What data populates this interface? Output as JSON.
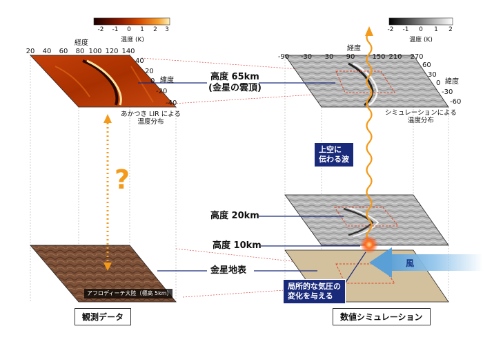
{
  "colorbar_left": {
    "ticks": [
      "-2",
      "-1",
      "0",
      "1",
      "2",
      "3"
    ],
    "unit": "温度 (K)"
  },
  "colorbar_right": {
    "ticks": [
      "-2",
      "-1",
      "0",
      "1",
      "2"
    ],
    "unit": "温度 (K)"
  },
  "left_panel": {
    "lon_title": "経度",
    "lon_ticks": [
      "20",
      "40",
      "60",
      "80",
      "100",
      "120",
      "140"
    ],
    "lat_title": "緯度",
    "lat_ticks": [
      "40",
      "20",
      "0",
      "-20",
      "-40"
    ],
    "caption": "あかつき LIR による\n温度分布"
  },
  "right_panel": {
    "lon_title": "経度",
    "lon_ticks": [
      "-90",
      "-30",
      "30",
      "90",
      "150",
      "210",
      "270"
    ],
    "lat_title": "緯度",
    "lat_ticks": [
      "60",
      "30",
      "0",
      "-30",
      "-60"
    ],
    "caption": "シミュレーションによる\n温度分布"
  },
  "labels": {
    "alt65": "高度 65km\n(金星の雲頂)",
    "alt20": "高度 20km",
    "alt10": "高度 10km",
    "surface": "金星地表",
    "wave": "上空に\n伝わる波",
    "pressure": "局所的な気圧の\n変化を与える",
    "wind": "風",
    "aphrodite": "アフロディーテ大陸（標高 5km）",
    "question": "?",
    "obs": "観測データ",
    "sim": "数値シミュレーション"
  },
  "colors": {
    "orange": "#f39a1a",
    "navy": "#1a2a7a",
    "wind": "#8fc3ea"
  }
}
